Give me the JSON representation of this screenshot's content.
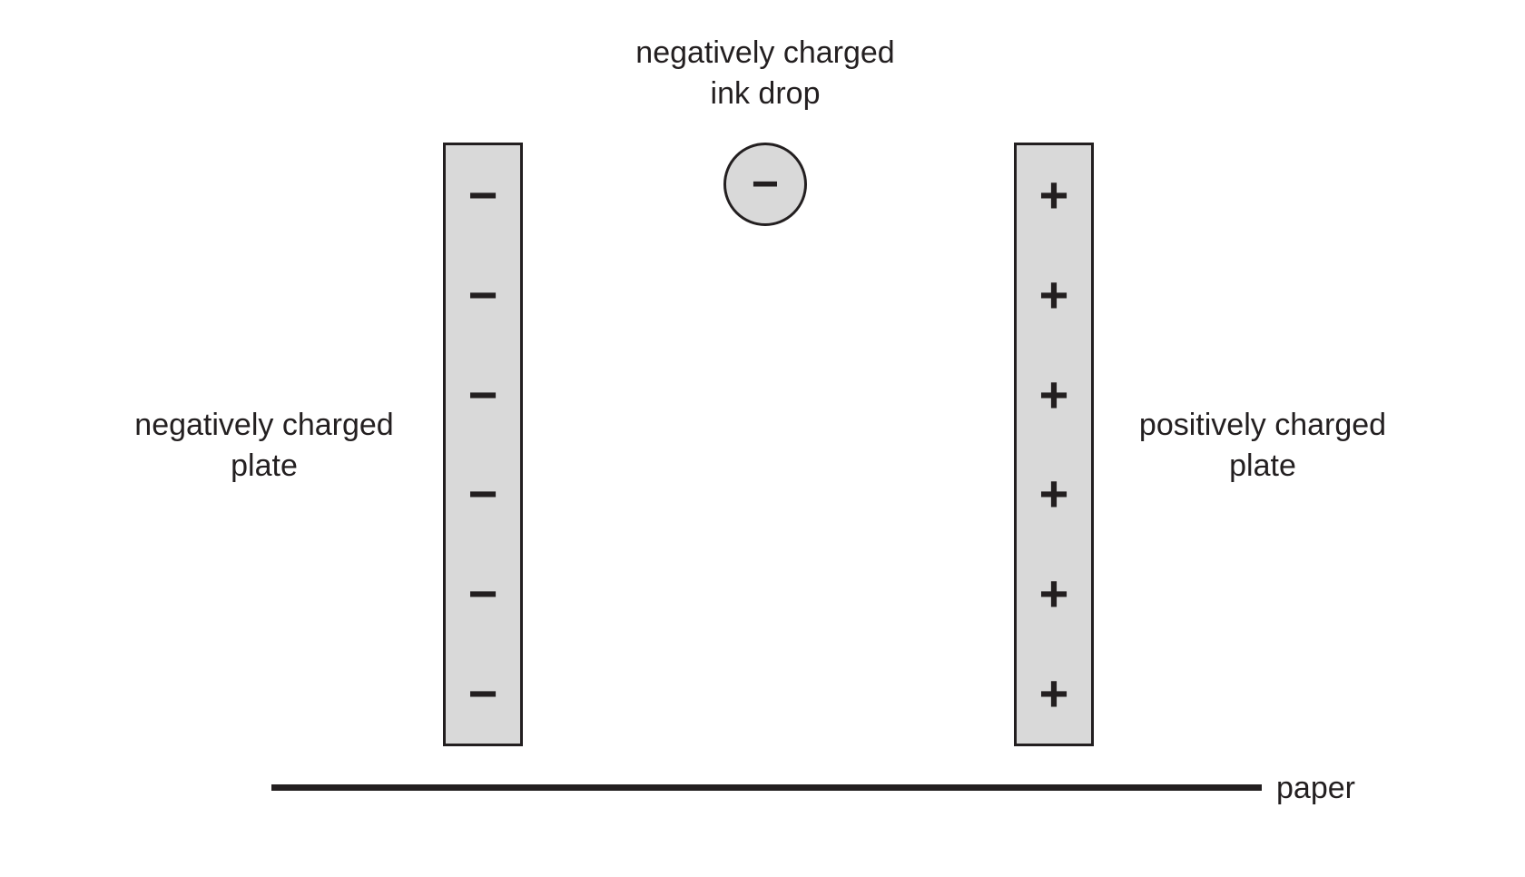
{
  "diagram": {
    "type": "physics-schematic",
    "subject": "inkjet deflection plates",
    "background_color": "#ffffff",
    "ink_color": "#231f20",
    "plate_fill_color": "#d9d9d9"
  },
  "ink_drop": {
    "label_line1": "negatively charged",
    "label_line2": "ink drop",
    "charge": "negative",
    "symbol": "−",
    "fill_color": "#d9d9d9"
  },
  "plates": {
    "left": {
      "label_line1": "negatively charged",
      "label_line2": "plate",
      "charge": "negative",
      "symbol": "−",
      "symbol_count": 6,
      "fill_color": "#d9d9d9"
    },
    "right": {
      "label_line1": "positively charged",
      "label_line2": "plate",
      "charge": "positive",
      "symbol": "+",
      "symbol_count": 6,
      "fill_color": "#d9d9d9"
    }
  },
  "paper": {
    "label": "paper"
  }
}
